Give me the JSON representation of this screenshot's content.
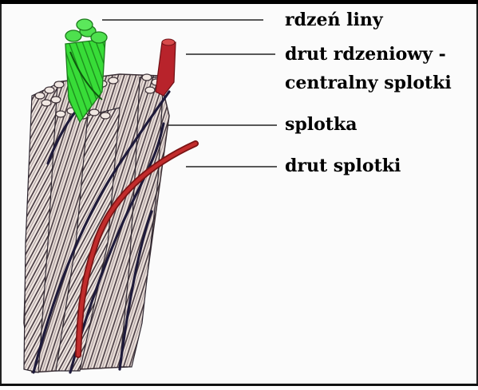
{
  "labels": {
    "core": "rdzeń liny",
    "core_wire_1": "drut rdzeniowy -",
    "core_wire_2": "centralny splotki",
    "strand": "splotka",
    "strand_wire": "drut splotki"
  },
  "colors": {
    "core": "#2fd62f",
    "core_dark": "#1b8f1b",
    "core_wire": "#b01e1e",
    "strand_wire": "#b52020",
    "wire_light": "#e8dcd6",
    "wire_dark": "#3b2f35",
    "groove": "#1e1a3a"
  }
}
